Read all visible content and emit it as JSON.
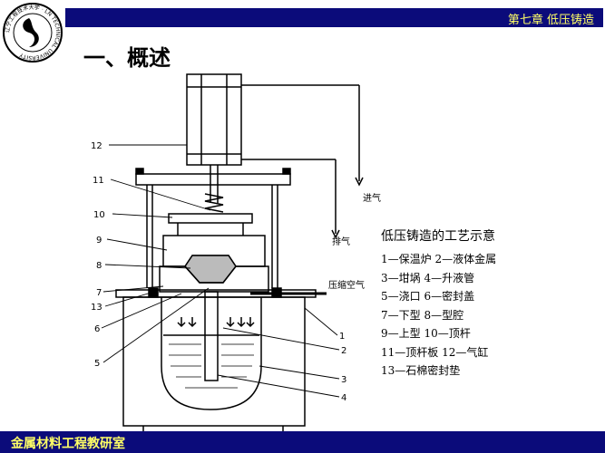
{
  "header": {
    "chapter": "第七章 低压铸造"
  },
  "logo": {
    "text": "辽宁工程技术大学 · LN TECHNICAL UNIVERSITY"
  },
  "slide": {
    "heading": "一、概述"
  },
  "labels": {
    "n1": "1",
    "n2": "2",
    "n3": "3",
    "n4": "4",
    "n5": "5",
    "n6": "6",
    "n7": "7",
    "n8": "8",
    "n9": "9",
    "n10": "10",
    "n11": "11",
    "n12": "12",
    "n13": "13",
    "inlet": "进气",
    "exhaust": "排气",
    "compressed_air": "压缩空气"
  },
  "legend": {
    "title": "低压铸造的工艺示意",
    "rows": [
      "1—保温炉 2—液体金属",
      "3—坩埚   4—升液管",
      "5—浇口   6—密封盖",
      "7—下型   8—型腔",
      "9—上型   10—顶杆",
      "11—顶杆板 12—气缸",
      "13—石棉密封垫"
    ]
  },
  "footer": {
    "text": "金属材料工程教研室"
  },
  "colors": {
    "bar": "#0b0b7a",
    "bar_text": "#ffff66"
  }
}
